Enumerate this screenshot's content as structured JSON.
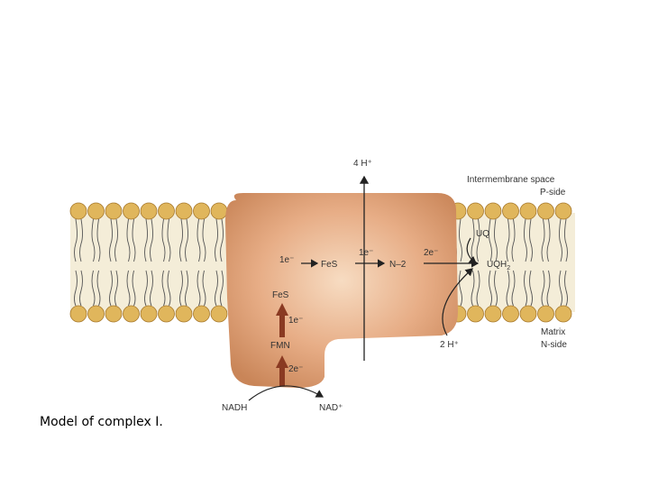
{
  "caption": "Model of complex I.",
  "labels": {
    "top_protons": "4 H⁺",
    "intermembrane": "Intermembrane space",
    "p_side": "P-side",
    "matrix": "Matrix",
    "n_side": "N-side",
    "fmn": "FMN",
    "fes_lower": "FeS",
    "fes_upper": "FeS",
    "n2": "N–2",
    "uq": "UQ",
    "uqh2_main": "UQH",
    "uqh2_sub": "2",
    "nadh": "NADH",
    "nad_plus": "NAD⁺",
    "two_h_plus": "2 H⁺",
    "e_1_left": "1e⁻",
    "e_1_mid": "1e⁻",
    "e_2_right": "2e⁻",
    "e_1_vertical": "1e⁻",
    "e_2_vertical": "2e⁻"
  },
  "colors": {
    "lipid_head": "#e0b65c",
    "lipid_head_stroke": "#a6772a",
    "membrane_fill": "#f4edd8",
    "complex_center": "#f5d0b1",
    "complex_edge": "#cf8c62",
    "arrow_dark": "#8a3a22",
    "line": "#222222"
  }
}
